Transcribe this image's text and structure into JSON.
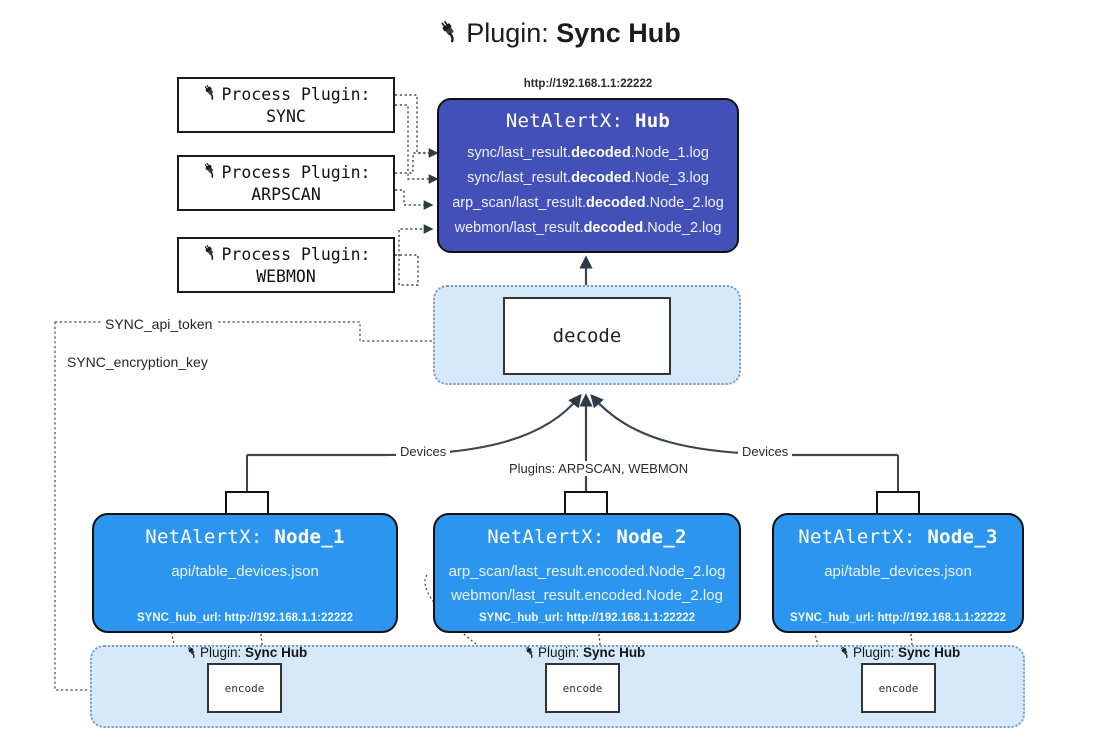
{
  "title": {
    "icon": "plug-icon",
    "prefix": "Plugin:",
    "name": "Sync Hub"
  },
  "process_plugins": [
    {
      "icon": "plug-icon",
      "line1": "Process Plugin:",
      "line2": "SYNC"
    },
    {
      "icon": "plug-icon",
      "line1": "Process Plugin:",
      "line2": "ARPSCAN"
    },
    {
      "icon": "plug-icon",
      "line1": "Process Plugin:",
      "line2": "WEBMON"
    }
  ],
  "hub": {
    "url": "http://192.168.1.1:22222",
    "title_prefix": "NetAlertX:",
    "title_name": "Hub",
    "logs": [
      {
        "pre": "sync/last_result.",
        "em": "decoded",
        "post": ".Node_1.log"
      },
      {
        "pre": "sync/last_result.",
        "em": "decoded",
        "post": ".Node_3.log"
      },
      {
        "pre": "arp_scan/last_result.",
        "em": "decoded",
        "post": ".Node_2.log"
      },
      {
        "pre": "webmon/last_result.",
        "em": "decoded",
        "post": ".Node_2.log"
      }
    ],
    "fill_color": "#4350b8"
  },
  "decode": {
    "label": "decode",
    "container_color": "#d6e9fb"
  },
  "keys": {
    "api_token": "SYNC_api_token",
    "encryption_key": "SYNC_encryption_key"
  },
  "edge_labels": {
    "devices_left": "Devices",
    "devices_right": "Devices",
    "plugins_mid": "Plugins: ARPSCAN, WEBMON"
  },
  "nodes": [
    {
      "title_prefix": "NetAlertX:",
      "title_name": "Node_1",
      "lines": [
        "api/table_devices.json"
      ],
      "hub_url": "SYNC_hub_url: http://192.168.1.1:22222",
      "fill_color": "#2b95f0",
      "envelope": "envelope-icon"
    },
    {
      "title_prefix": "NetAlertX:",
      "title_name": "Node_2",
      "lines": [
        "arp_scan/last_result.encoded.Node_2.log",
        "webmon/last_result.encoded.Node_2.log"
      ],
      "hub_url": "SYNC_hub_url: http://192.168.1.1:22222",
      "fill_color": "#2b95f0",
      "envelope": "envelope-icon"
    },
    {
      "title_prefix": "NetAlertX:",
      "title_name": "Node_3",
      "lines": [
        "api/table_devices.json"
      ],
      "hub_url": "SYNC_hub_url: http://192.168.1.1:22222",
      "fill_color": "#2b95f0",
      "envelope": "envelope-icon"
    }
  ],
  "encode_band": {
    "plugin_icon": "plug-icon",
    "plugin_prefix": "Plugin:",
    "plugin_name": "Sync Hub",
    "encode_label": "encode",
    "container_color": "#d6e9fb"
  }
}
